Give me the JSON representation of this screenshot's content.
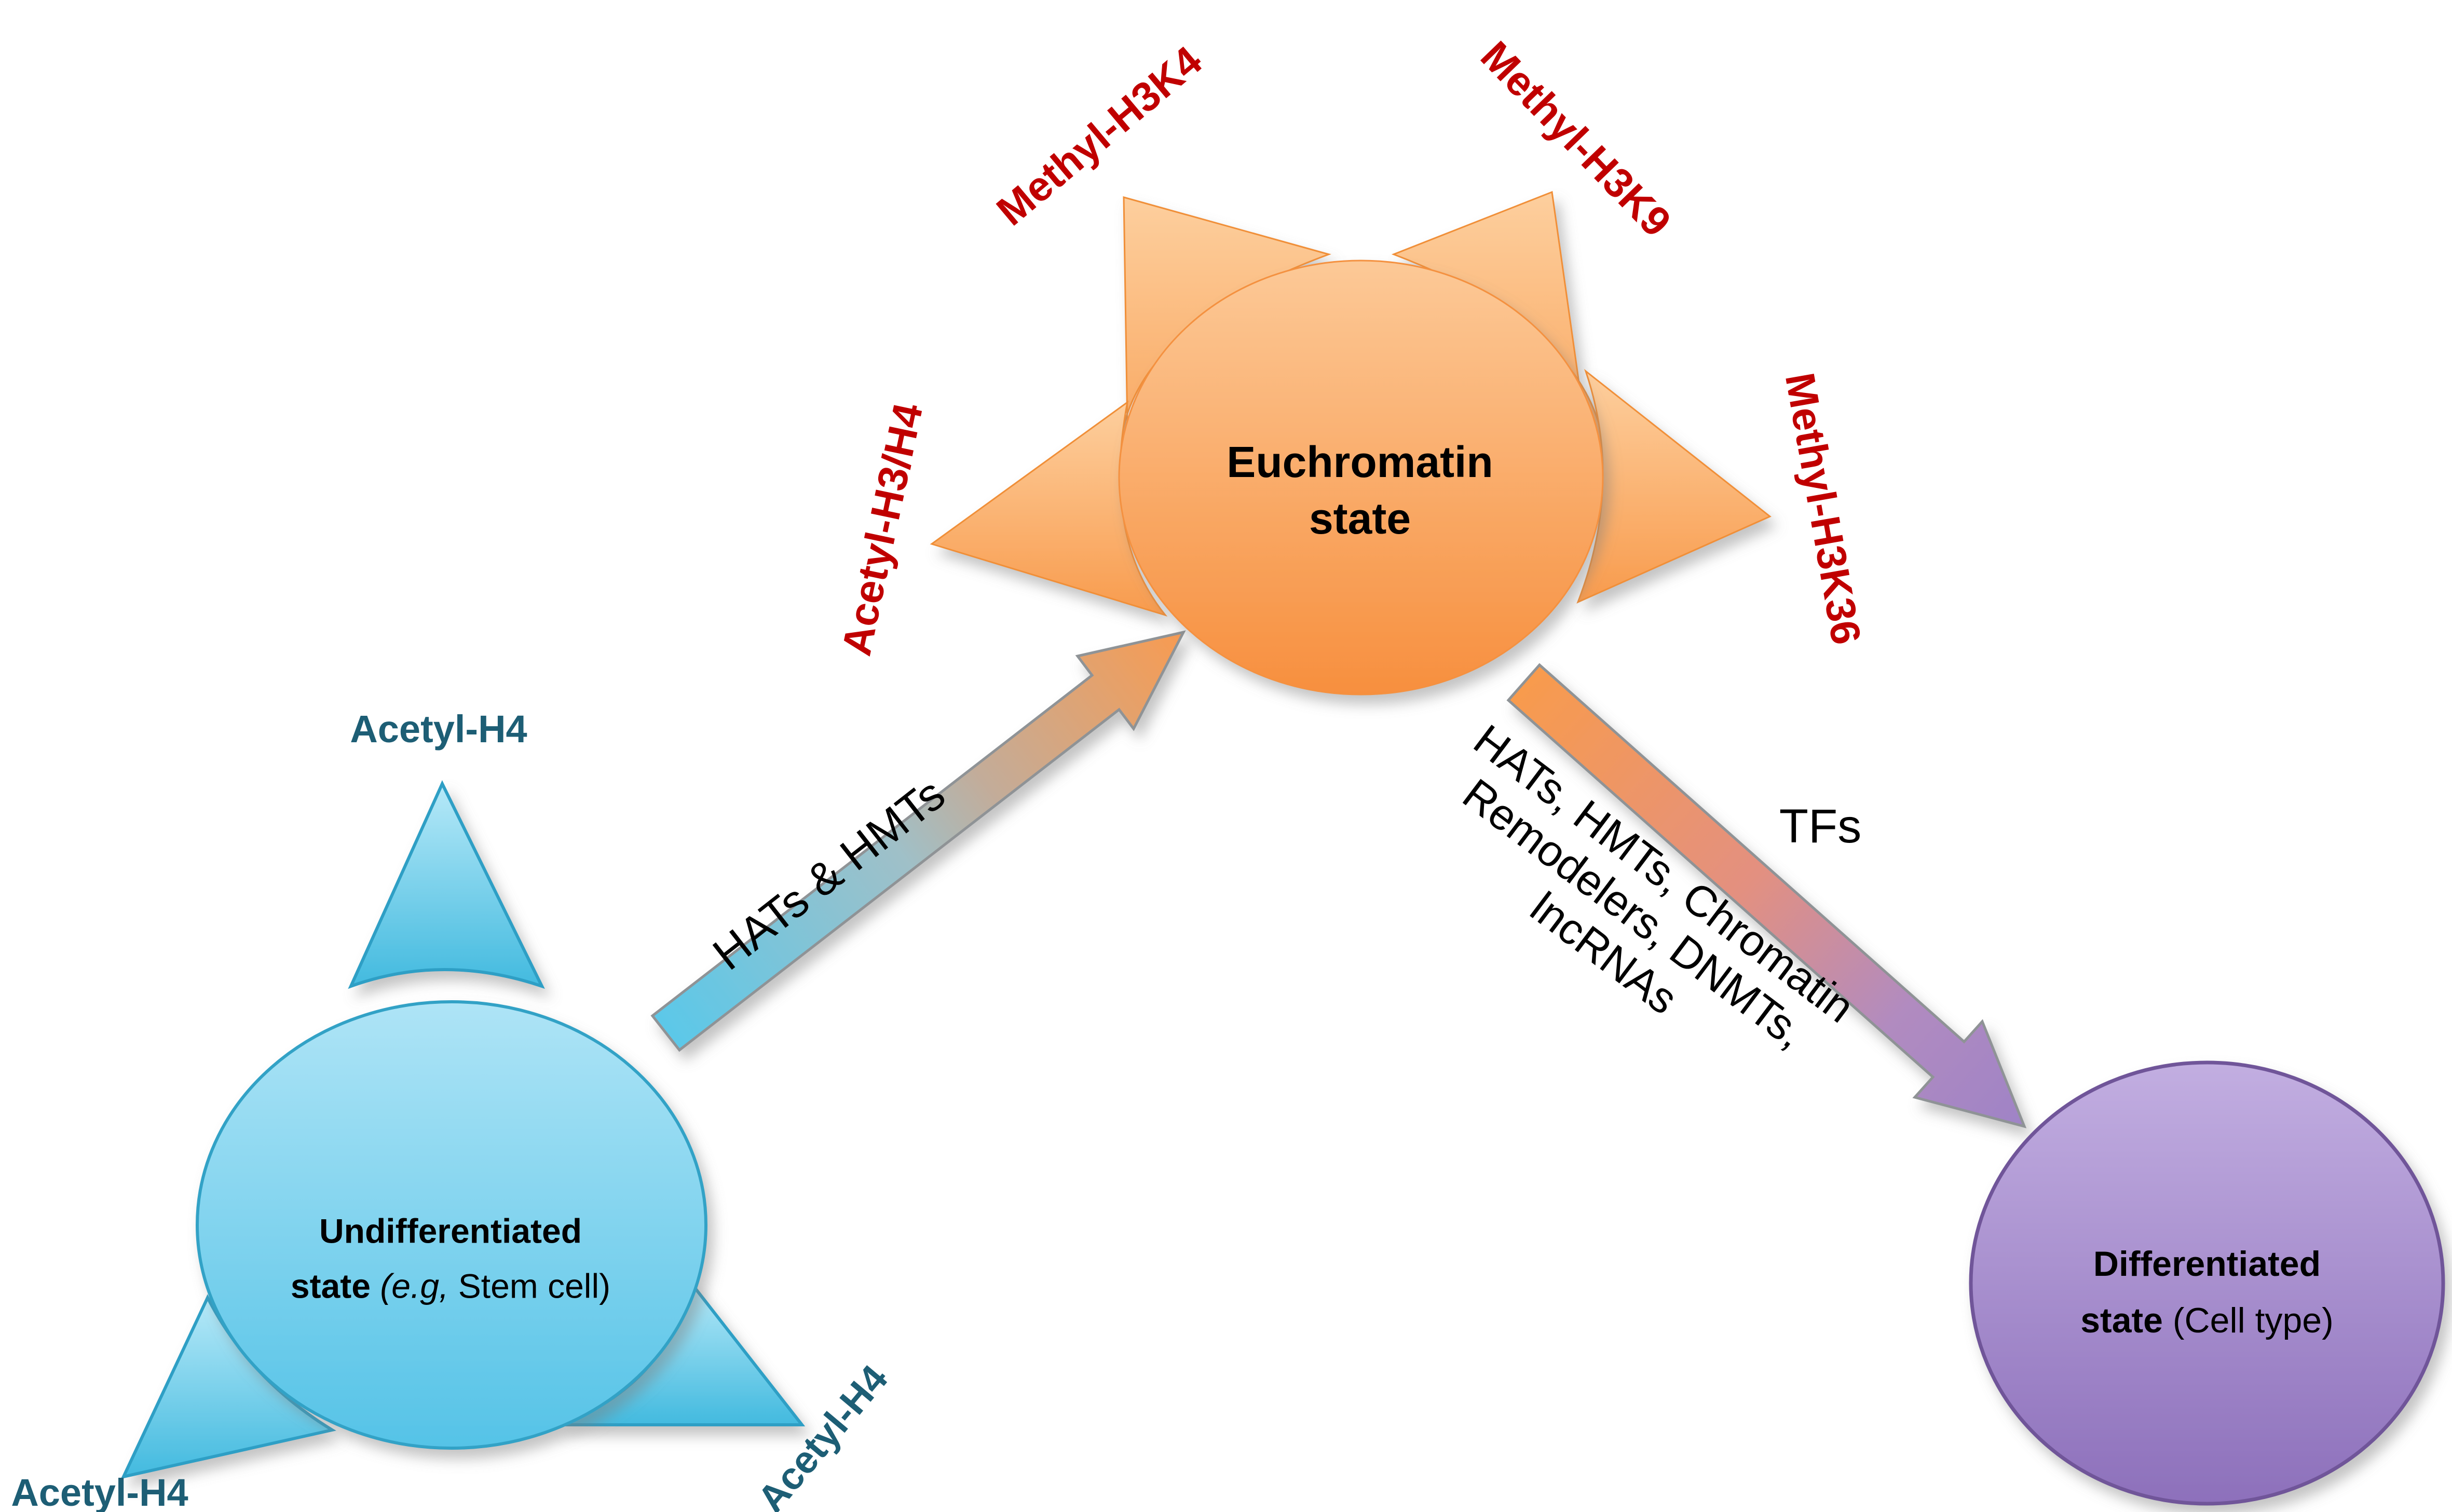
{
  "diagram": {
    "background": "#FFFFFF",
    "nodes": {
      "undifferentiated": {
        "label_bold": "Undifferentiated state",
        "label_italic": "(e.g,",
        "label_rest": "Stem cell)",
        "fill": "#5BC6E9",
        "border": "#33A2C6"
      },
      "euchromatin": {
        "label": "Euchromatin state",
        "fill": "#F89C4F",
        "border": "#F49140"
      },
      "differentiated": {
        "label_bold": "Differentiated state",
        "label_rest": "(Cell type)",
        "fill": "#9678C2",
        "border": "#6F5499"
      }
    },
    "marks": {
      "methyl_color": "#C00000",
      "acetyl_color": "#1D5E75",
      "methyl_h3k4": "Methyl-H3K4",
      "methyl_h3k9": "Methyl-H3K9",
      "methyl_h3k36": "Methyl-H3K36",
      "acetyl_h3h4": "Acetyl-H3/H4",
      "acetyl_h4_top": "Acetyl-H4",
      "acetyl_h4_bottom_left": "Acetyl-H4",
      "acetyl_h4_bottom_right": "Acetyl-H4"
    },
    "arrows": {
      "undiff_to_euchromatin": {
        "label": "HATs & HMTs",
        "gradient_from": "#5BC8E9",
        "gradient_to": "#F89B51"
      },
      "euchromatin_to_diff": {
        "label": "TFs",
        "factors_line1": "HATs, HMTs, Chromatin",
        "factors_line2": "Remodelers, DNMTs,",
        "factors_line3": "lncRNAs",
        "gradient_from": "#F89B4D",
        "gradient_to": "#9F83C6"
      }
    }
  }
}
